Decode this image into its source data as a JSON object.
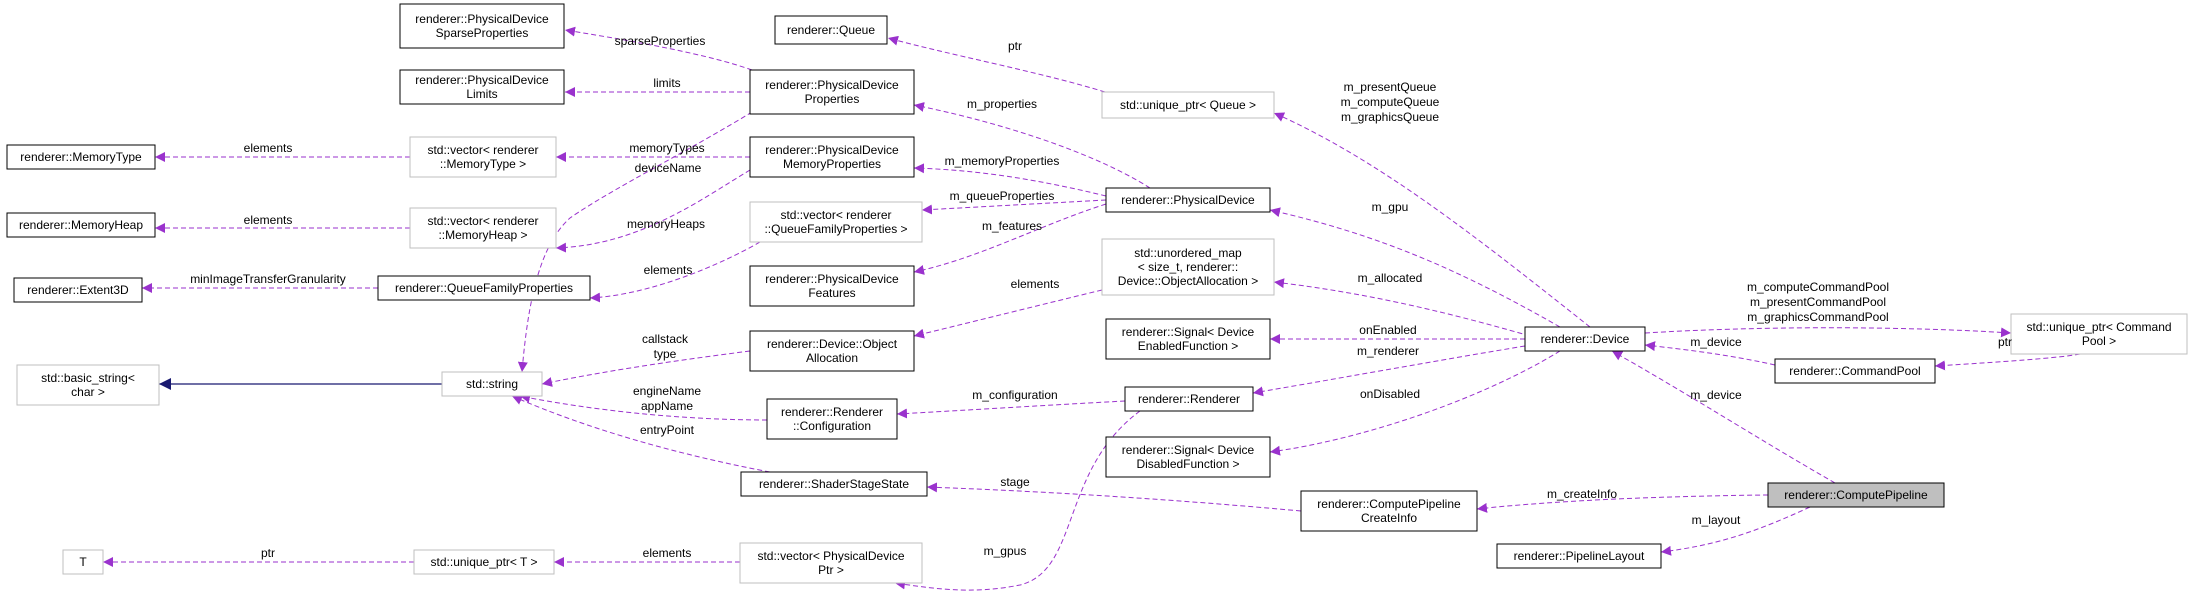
{
  "colors": {
    "edge": "#9a32cd",
    "inherit": "#191970",
    "node_border": "#000000",
    "external_border": "#bfbfbf",
    "highlight_fill": "#bfbfbf"
  },
  "nodes": [
    {
      "id": "sparse",
      "lines": [
        "renderer::PhysicalDevice",
        "SparseProperties"
      ],
      "style": "normal"
    },
    {
      "id": "limits",
      "lines": [
        "renderer::PhysicalDevice",
        "Limits"
      ],
      "style": "normal"
    },
    {
      "id": "queue",
      "lines": [
        "renderer::Queue"
      ],
      "style": "normal"
    },
    {
      "id": "pdprops",
      "lines": [
        "renderer::PhysicalDevice",
        "Properties"
      ],
      "style": "normal"
    },
    {
      "id": "uptrqueue",
      "lines": [
        "std::unique_ptr< Queue >"
      ],
      "style": "external"
    },
    {
      "id": "memtype",
      "lines": [
        "renderer::MemoryType"
      ],
      "style": "normal"
    },
    {
      "id": "vecmemtype",
      "lines": [
        "std::vector< renderer",
        "::MemoryType >"
      ],
      "style": "external"
    },
    {
      "id": "memprops",
      "lines": [
        "renderer::PhysicalDevice",
        "MemoryProperties"
      ],
      "style": "normal"
    },
    {
      "id": "memheap",
      "lines": [
        "renderer::MemoryHeap"
      ],
      "style": "normal"
    },
    {
      "id": "vecmemheap",
      "lines": [
        "std::vector< renderer",
        "::MemoryHeap >"
      ],
      "style": "external"
    },
    {
      "id": "vecqfp",
      "lines": [
        "std::vector< renderer",
        "::QueueFamilyProperties >"
      ],
      "style": "external"
    },
    {
      "id": "physdev",
      "lines": [
        "renderer::PhysicalDevice"
      ],
      "style": "normal"
    },
    {
      "id": "extent",
      "lines": [
        "renderer::Extent3D"
      ],
      "style": "normal"
    },
    {
      "id": "qfp",
      "lines": [
        "renderer::QueueFamilyProperties"
      ],
      "style": "normal"
    },
    {
      "id": "features",
      "lines": [
        "renderer::PhysicalDevice",
        "Features"
      ],
      "style": "normal"
    },
    {
      "id": "umap",
      "lines": [
        "std::unordered_map",
        "< size_t, renderer::",
        "Device::ObjectAllocation >"
      ],
      "style": "external"
    },
    {
      "id": "basicstr",
      "lines": [
        "std::basic_string<",
        "char >"
      ],
      "style": "external"
    },
    {
      "id": "stdstring",
      "lines": [
        "std::string"
      ],
      "style": "external"
    },
    {
      "id": "objalloc",
      "lines": [
        "renderer::Device::Object",
        "Allocation"
      ],
      "style": "normal"
    },
    {
      "id": "sigenabled",
      "lines": [
        "renderer::Signal< Device",
        "EnabledFunction >"
      ],
      "style": "normal"
    },
    {
      "id": "device",
      "lines": [
        "renderer::Device"
      ],
      "style": "normal"
    },
    {
      "id": "uptrcmd",
      "lines": [
        "std::unique_ptr< Command",
        "Pool >"
      ],
      "style": "external"
    },
    {
      "id": "rconfig",
      "lines": [
        "renderer::Renderer",
        "::Configuration"
      ],
      "style": "normal"
    },
    {
      "id": "renderer",
      "lines": [
        "renderer::Renderer"
      ],
      "style": "normal"
    },
    {
      "id": "cmdpool",
      "lines": [
        "renderer::CommandPool"
      ],
      "style": "normal"
    },
    {
      "id": "sigdisabled",
      "lines": [
        "renderer::Signal< Device",
        "DisabledFunction >"
      ],
      "style": "normal"
    },
    {
      "id": "shaderstage",
      "lines": [
        "renderer::ShaderStageState"
      ],
      "style": "normal"
    },
    {
      "id": "cpci",
      "lines": [
        "renderer::ComputePipeline",
        "CreateInfo"
      ],
      "style": "normal"
    },
    {
      "id": "compute",
      "lines": [
        "renderer::ComputePipeline"
      ],
      "style": "highlight"
    },
    {
      "id": "tnode",
      "lines": [
        "T"
      ],
      "style": "external"
    },
    {
      "id": "uptrt",
      "lines": [
        "std::unique_ptr< T >"
      ],
      "style": "external"
    },
    {
      "id": "vecpdptr",
      "lines": [
        "std::vector< PhysicalDevice",
        "Ptr >"
      ],
      "style": "external"
    },
    {
      "id": "playout",
      "lines": [
        "renderer::PipelineLayout"
      ],
      "style": "normal"
    }
  ],
  "edges": [
    {
      "id": "e-sparse",
      "label": [
        "sparseProperties"
      ],
      "kind": "use"
    },
    {
      "id": "e-limits",
      "label": [
        "limits"
      ],
      "kind": "use"
    },
    {
      "id": "e-queue-ptr",
      "label": [
        "ptr"
      ],
      "kind": "use"
    },
    {
      "id": "e-memtype",
      "label": [
        "elements"
      ],
      "kind": "use"
    },
    {
      "id": "e-memtypes",
      "label": [
        "memoryTypes"
      ],
      "kind": "use"
    },
    {
      "id": "e-memheap",
      "label": [
        "elements"
      ],
      "kind": "use"
    },
    {
      "id": "e-memheaps",
      "label": [
        "memoryHeaps"
      ],
      "kind": "use"
    },
    {
      "id": "e-devname",
      "label": [
        "deviceName"
      ],
      "kind": "use"
    },
    {
      "id": "e-qfp-elems",
      "label": [
        "elements"
      ],
      "kind": "use"
    },
    {
      "id": "e-extent",
      "label": [
        "minImageTransferGranularity"
      ],
      "kind": "use"
    },
    {
      "id": "e-mprops",
      "label": [
        "m_properties"
      ],
      "kind": "use"
    },
    {
      "id": "e-mmemprops",
      "label": [
        "m_memoryProperties"
      ],
      "kind": "use"
    },
    {
      "id": "e-mqueueprops",
      "label": [
        "m_queueProperties"
      ],
      "kind": "use"
    },
    {
      "id": "e-mfeatures",
      "label": [
        "m_features"
      ],
      "kind": "use"
    },
    {
      "id": "e-queues",
      "label": [
        "m_presentQueue",
        "m_computeQueue",
        "m_graphicsQueue"
      ],
      "kind": "use"
    },
    {
      "id": "e-gpu",
      "label": [
        "m_gpu"
      ],
      "kind": "use"
    },
    {
      "id": "e-allocated",
      "label": [
        "m_allocated"
      ],
      "kind": "use"
    },
    {
      "id": "e-objalloc",
      "label": [
        "elements"
      ],
      "kind": "use"
    },
    {
      "id": "e-callstack",
      "label": [
        "callstack",
        "type"
      ],
      "kind": "use"
    },
    {
      "id": "e-basic",
      "label": [],
      "kind": "inherit"
    },
    {
      "id": "e-onenabled",
      "label": [
        "onEnabled"
      ],
      "kind": "use"
    },
    {
      "id": "e-mrenderer",
      "label": [
        "m_renderer"
      ],
      "kind": "use"
    },
    {
      "id": "e-ondisabled",
      "label": [
        "onDisabled"
      ],
      "kind": "use"
    },
    {
      "id": "e-cmdpools",
      "label": [
        "m_computeCommandPool",
        "m_presentCommandPool",
        "m_graphicsCommandPool"
      ],
      "kind": "use"
    },
    {
      "id": "e-cmd-mdevice",
      "label": [
        "m_device"
      ],
      "kind": "use"
    },
    {
      "id": "e-cmd-ptr",
      "label": [
        "ptr"
      ],
      "kind": "use"
    },
    {
      "id": "e-appname",
      "label": [
        "engineName",
        "appName"
      ],
      "kind": "use"
    },
    {
      "id": "e-mconfig",
      "label": [
        "m_configuration"
      ],
      "kind": "use"
    },
    {
      "id": "e-entry",
      "label": [
        "entryPoint"
      ],
      "kind": "use"
    },
    {
      "id": "e-stage",
      "label": [
        "stage"
      ],
      "kind": "use"
    },
    {
      "id": "e-createinfo",
      "label": [
        "m_createInfo"
      ],
      "kind": "use"
    },
    {
      "id": "e-cp-mdevice",
      "label": [
        "m_device"
      ],
      "kind": "use"
    },
    {
      "id": "e-layout",
      "label": [
        "m_layout"
      ],
      "kind": "use"
    },
    {
      "id": "e-tptr",
      "label": [
        "ptr"
      ],
      "kind": "use"
    },
    {
      "id": "e-uptrt",
      "label": [
        "elements"
      ],
      "kind": "use"
    },
    {
      "id": "e-mgpus",
      "label": [
        "m_gpus"
      ],
      "kind": "use"
    }
  ]
}
